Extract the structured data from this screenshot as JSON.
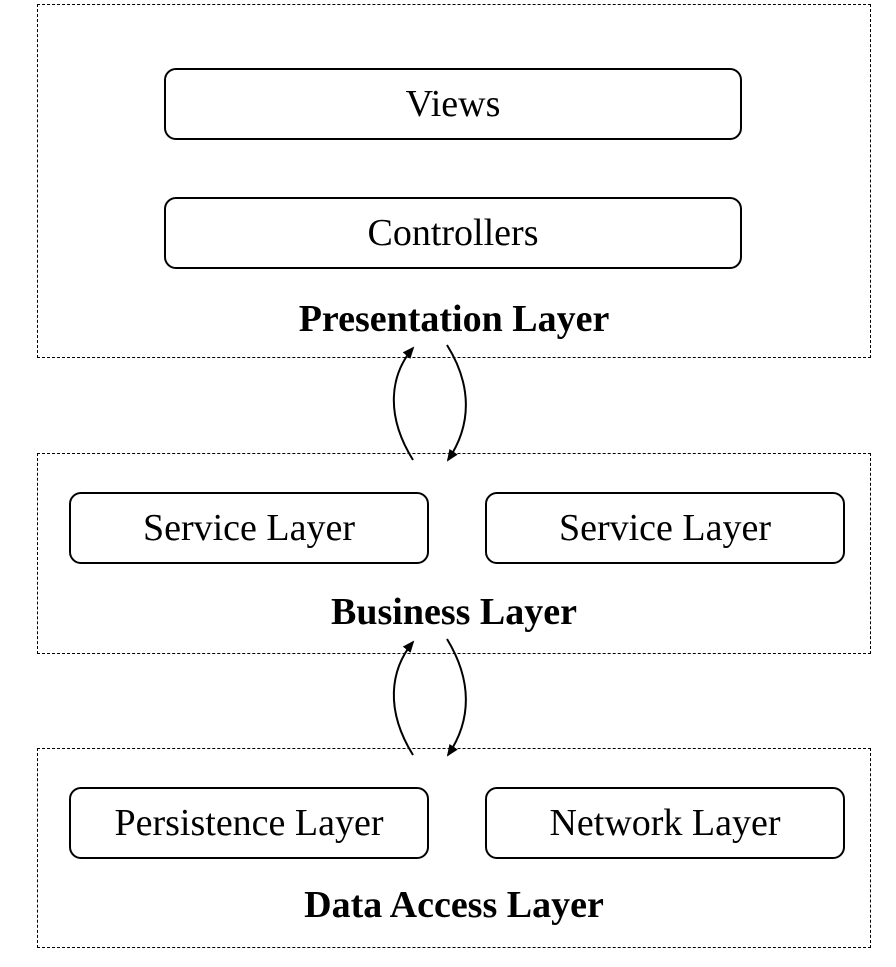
{
  "layers": {
    "presentation": {
      "title": "Presentation Layer",
      "boxes": [
        "Views",
        "Controllers"
      ]
    },
    "business": {
      "title": "Business Layer",
      "boxes": [
        "Service Layer",
        "Service Layer"
      ]
    },
    "data_access": {
      "title": "Data Access Layer",
      "boxes": [
        "Persistence Layer",
        "Network Layer"
      ]
    }
  }
}
